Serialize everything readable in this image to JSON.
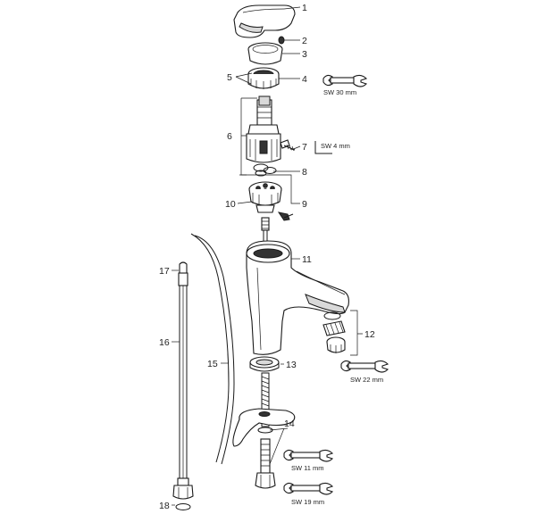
{
  "callouts": {
    "c1": "1",
    "c2": "2",
    "c3": "3",
    "c4": "4",
    "c5": "5",
    "c6": "6",
    "c7": "7",
    "c8": "8",
    "c9": "9",
    "c10": "10",
    "c11": "11",
    "c12": "12",
    "c13": "13",
    "c14": "14",
    "c15": "15",
    "c16": "16",
    "c17": "17",
    "c18": "18"
  },
  "tools": {
    "sw30": "SW 30 mm",
    "sw4": "SW 4 mm",
    "sw22": "SW 22 mm",
    "sw11": "SW 11 mm",
    "sw19": "SW 19 mm"
  },
  "colors": {
    "ink": "#1a1a1a",
    "shade": "#d9d9d9",
    "background": "#ffffff"
  },
  "icons": {
    "wrench": "open-end-wrench-icon",
    "hex_key": "hex-key-icon"
  }
}
